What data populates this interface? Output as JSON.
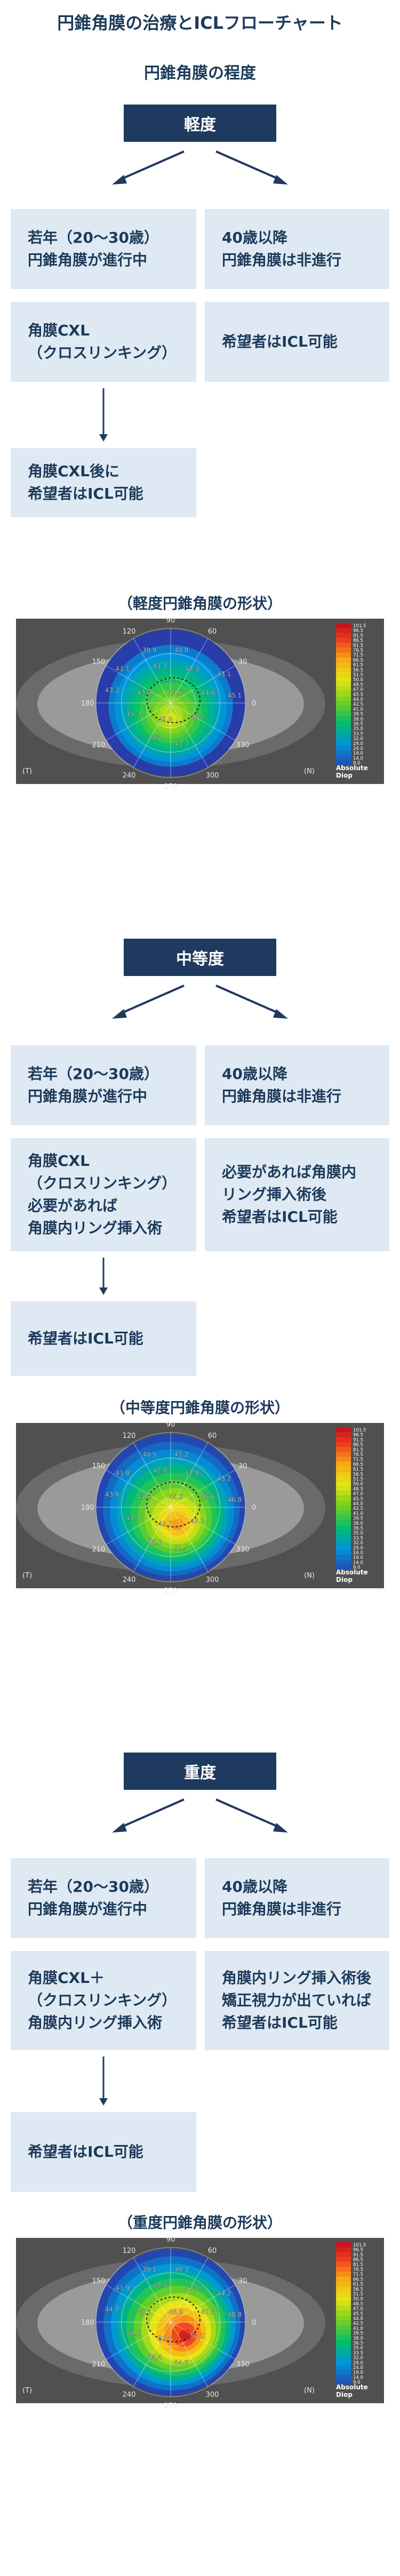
{
  "title": "円錐角膜の治療とICLフローチャート",
  "subtitle": "円錐角膜の程度",
  "sections": [
    {
      "level": "軽度",
      "left_boxes": [
        [
          "若年（20～30歳）",
          "円錐角膜が進行中"
        ],
        [
          "角膜CXL",
          "（クロスリンキング）"
        ],
        [
          "角膜CXL後に",
          "希望者はICL可能"
        ]
      ],
      "right_boxes": [
        [
          "40歳以降",
          "円錐角膜は非進行"
        ],
        [
          "希望者はICL可能"
        ]
      ],
      "map_title": "（軽度円錐角膜の形状）",
      "map_values": [
        "39.9",
        "40.8",
        "41.1",
        "41.7",
        "42.3",
        "43.1",
        "43.2",
        "43.6",
        "44.1",
        "44.6",
        "45.1",
        "45.3",
        "45.8",
        "46.2",
        "47.0",
        "47.3"
      ]
    },
    {
      "level": "中等度",
      "left_boxes": [
        [
          "若年（20～30歳）",
          "円錐角膜が進行中"
        ],
        [
          "角膜CXL",
          "（クロスリンキング）",
          "必要があれば",
          "角膜内リング挿入術"
        ],
        [
          "希望者はICL可能"
        ]
      ],
      "right_boxes": [
        [
          "40歳以降",
          "円錐角膜は非進行"
        ],
        [
          "必要があれば角膜内",
          "リング挿入術後",
          "希望者はICL可能"
        ]
      ],
      "map_title": "（中等度円錐角膜の形状）",
      "map_values": [
        "40.5",
        "41.2",
        "41.8",
        "42.0",
        "42.8",
        "43.2",
        "43.8",
        "44.5",
        "44.9",
        "45.6",
        "46.8",
        "47.8",
        "48.7",
        "49.2",
        "50.1",
        "51.5"
      ]
    },
    {
      "level": "重度",
      "left_boxes": [
        [
          "若年（20～30歳）",
          "円錐角膜が進行中"
        ],
        [
          "角膜CXL＋",
          "（クロスリンキング）",
          "角膜内リング挿入術"
        ],
        [
          "希望者はICL可能"
        ]
      ],
      "right_boxes": [
        [
          "40歳以降",
          "円錐角膜は非進行"
        ],
        [
          "角膜内リング挿入術後",
          "矯正視力が出ていれば",
          "希望者はICL可能"
        ]
      ],
      "map_title": "（重度円錐角膜の形状）",
      "map_values": [
        "39.1",
        "40.3",
        "41.9",
        "42.4",
        "43.0",
        "44.2",
        "44.7",
        "45.5",
        "46.9",
        "47.4",
        "48.8",
        "50.1",
        "51.6",
        "52.0",
        "53.4",
        "54.9"
      ]
    }
  ],
  "map_axis_labels": [
    "90",
    "120",
    "150",
    "180",
    "210",
    "240",
    "270",
    "300",
    "330",
    "0",
    "30",
    "60",
    "(T)",
    "(N)"
  ],
  "scale_label": "Absolute\nDiop",
  "scale_values": [
    "101.5",
    "96.5",
    "91.5",
    "86.5",
    "81.5",
    "76.5",
    "71.5",
    "66.5",
    "61.5",
    "56.5",
    "51.5",
    "50.0",
    "48.5",
    "47.0",
    "45.5",
    "44.0",
    "42.5",
    "41.0",
    "39.5",
    "38.0",
    "36.5",
    "35.0",
    "33.5",
    "32.0",
    "29.0",
    "24.0",
    "19.0",
    "14.0",
    "9.0"
  ],
  "colors": {
    "navy": "#1f3a5f",
    "box": "#dfe9f3",
    "text": "#1c3a5a"
  }
}
